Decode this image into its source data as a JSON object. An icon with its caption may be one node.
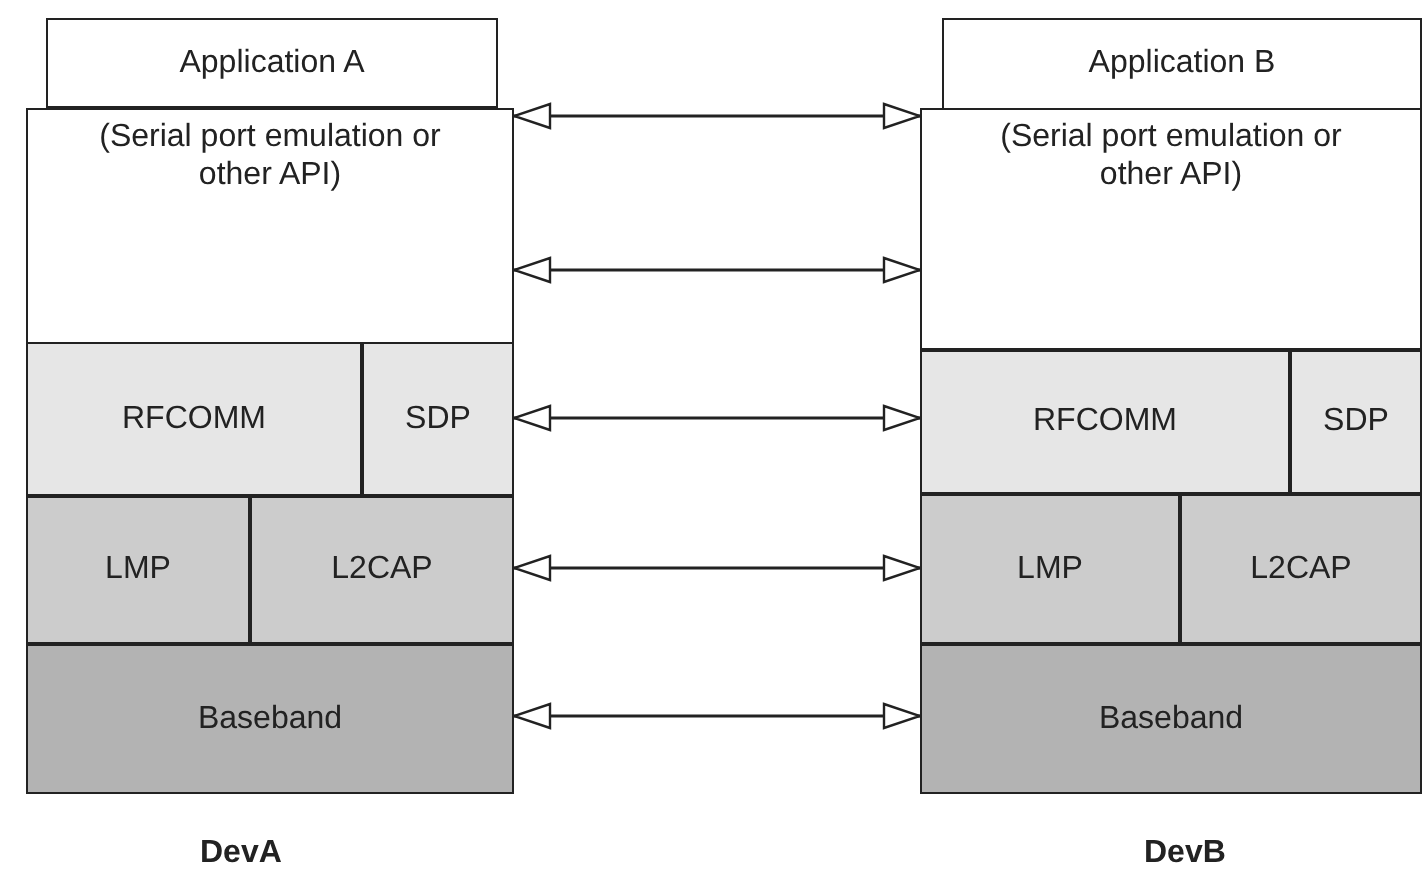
{
  "diagram": {
    "nodes": [
      {
        "text": [
          "Application A"
        ]
      },
      {
        "text": [
          "(Serial port emulation or other API)"
        ]
      },
      {
        "text": [
          "RFCOMM"
        ]
      },
      {
        "text": [
          "SDP"
        ]
      },
      {
        "text": [
          "LMP"
        ]
      },
      {
        "text": [
          "L2CAP"
        ]
      },
      {
        "text": [
          "Baseband"
        ]
      },
      {
        "text": [
          "Application B"
        ]
      },
      {
        "text": [
          "(Serial port emulation or other API)"
        ]
      },
      {
        "text": [
          "RFCOMM"
        ]
      },
      {
        "text": [
          "SDP"
        ]
      },
      {
        "text": [
          "LMP"
        ]
      },
      {
        "text": [
          "L2CAP"
        ]
      },
      {
        "text": [
          "Baseband"
        ]
      }
    ],
    "edges": [
      {
        "from": 1,
        "to": 8,
        "arrow": "both"
      },
      {
        "from": 1,
        "to": 8,
        "arrow": "both"
      },
      {
        "from": 3,
        "to": 9,
        "arrow": "both"
      },
      {
        "from": 5,
        "to": 11,
        "arrow": "both"
      },
      {
        "from": 6,
        "to": 13,
        "arrow": "both"
      }
    ],
    "labels": [
      "DevA",
      "DevB"
    ]
  }
}
